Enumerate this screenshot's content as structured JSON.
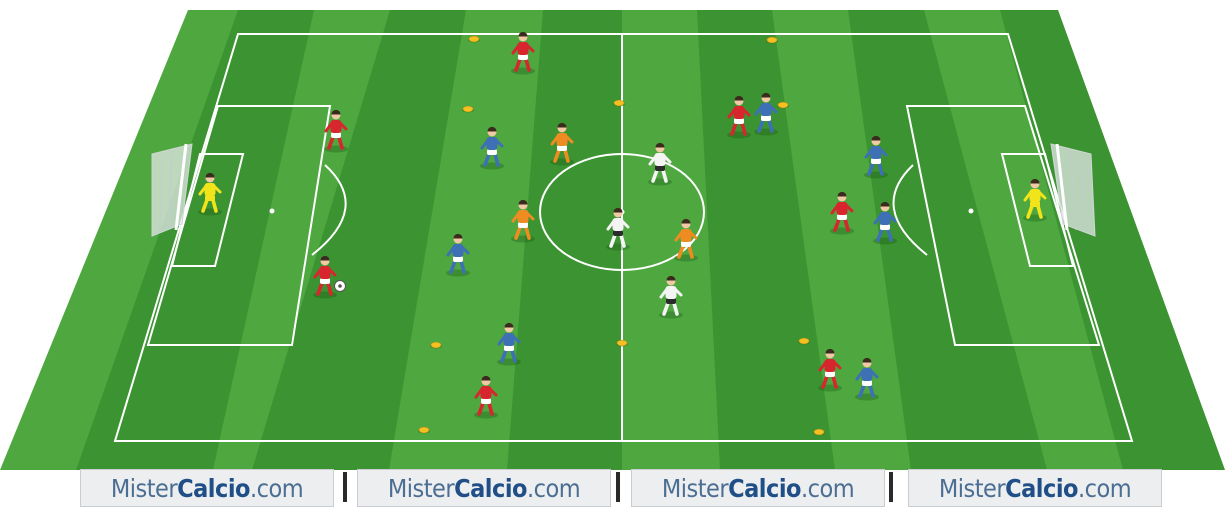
{
  "scene": "small-sided football drill on a full pitch",
  "colors": {
    "grass_light": "#4ea83f",
    "grass_dark": "#3b9431",
    "lines": "#ffffff",
    "team_red": "#d7262d",
    "team_blue": "#3d70b4",
    "team_orange": "#ee8c22",
    "team_white": "#f4f4f4",
    "goalkeeper": "#f1e41b",
    "cone": "#f5c021"
  },
  "boards": [
    {
      "part1": "Mister",
      "part2": "Calcio",
      "part3": ".com"
    },
    {
      "part1": "Mister",
      "part2": "Calcio",
      "part3": ".com"
    },
    {
      "part1": "Mister",
      "part2": "Calcio",
      "part3": ".com"
    },
    {
      "part1": "Mister",
      "part2": "Calcio",
      "part3": ".com"
    }
  ]
}
